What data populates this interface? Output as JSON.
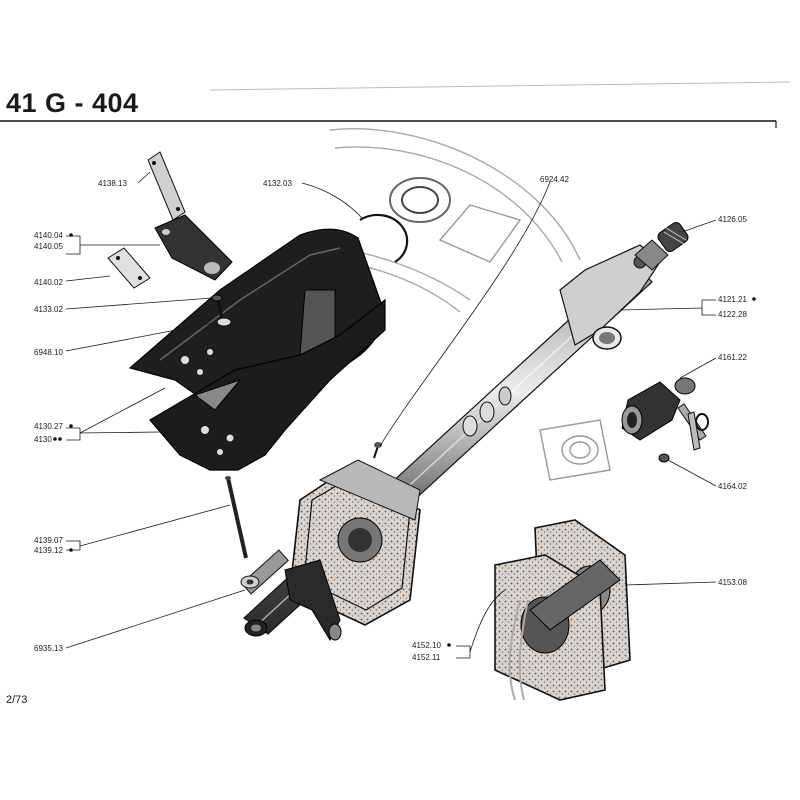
{
  "header": {
    "title": "41 G - 404"
  },
  "footer": {
    "page": "2/73"
  },
  "parts": {
    "p4138_13": "4138.13",
    "p4140_04": "4140.04",
    "p4140_05": "4140.05",
    "p4140_02": "4140.02",
    "p4133_02": "4133.02",
    "p6948_10": "6948.10",
    "p4130_27": "4130.27",
    "p4130": "4130",
    "p4139_07": "4139.07",
    "p4139_12": "4139.12",
    "p6935_13": "6935.13",
    "p4132_03": "4132.03",
    "p6924_42": "6924.42",
    "p4126_05": "4126.05",
    "p4121_21": "4121.21",
    "p4122_28": "4122.28",
    "p4161_22": "4161.22",
    "p4164_02": "4164.02",
    "p4153_08": "4153.08",
    "p4152_10": "4152.10",
    "p4152_11": "4152.11"
  }
}
